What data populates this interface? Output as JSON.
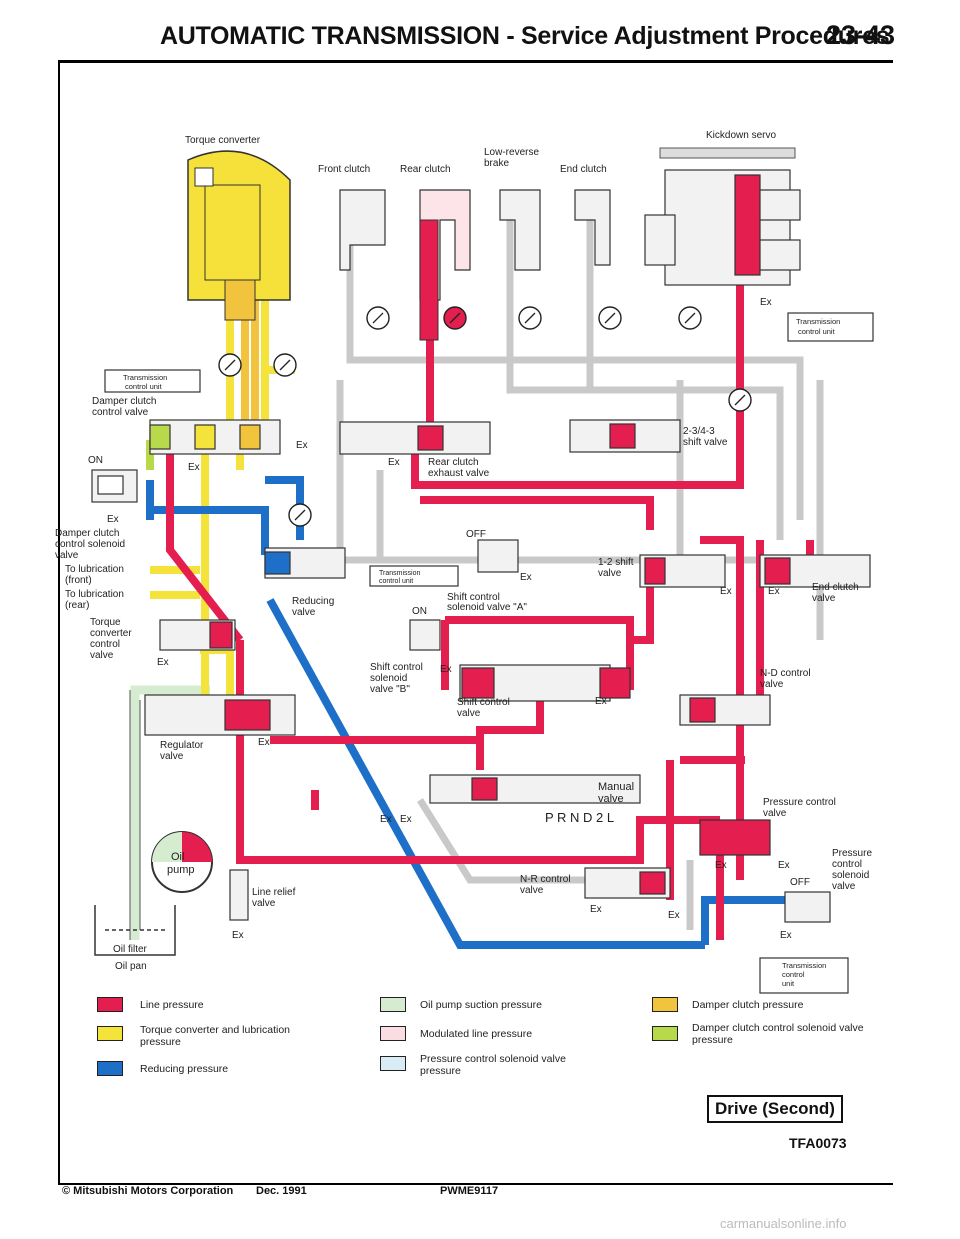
{
  "header": {
    "title": "AUTOMATIC TRANSMISSION - Service Adjustment Procedures",
    "page": "23-43"
  },
  "labels": {
    "torque_converter": "Torque converter",
    "front_clutch": "Front clutch",
    "rear_clutch": "Rear clutch",
    "low_reverse_1": "Low-reverse",
    "low_reverse_2": "brake",
    "end_clutch": "End clutch",
    "kickdown_servo": "Kickdown servo",
    "tcu": [
      "Transmission",
      "control unit"
    ],
    "damper_clutch_valve": [
      "Damper clutch",
      "control valve"
    ],
    "on": "ON",
    "off": "OFF",
    "ex": "Ex",
    "damper_solenoid": [
      "Damper clutch",
      "control solenoid",
      "valve"
    ],
    "lube_front": [
      "To lubrication",
      "(front)"
    ],
    "lube_rear": [
      "To lubrication",
      "(rear)"
    ],
    "tc_control_valve": [
      "Torque",
      "converter",
      "control",
      "valve"
    ],
    "reducing_valve": [
      "Reducing",
      "valve"
    ],
    "regulator_valve": [
      "Regulator",
      "valve"
    ],
    "oil_pump": [
      "Oil",
      "pump"
    ],
    "line_relief": [
      "Line relief",
      "valve"
    ],
    "oil_filter": "Oil filter",
    "oil_pan": "Oil pan",
    "rear_clutch_exhaust": [
      "Rear clutch",
      "exhaust valve"
    ],
    "shift_234": [
      "2-3/4-3",
      "shift valve"
    ],
    "shift_12": [
      "1-2 shift",
      "valve"
    ],
    "shift_solenoid_a": [
      "Shift control",
      "solenoid valve \"A\""
    ],
    "shift_solenoid_b": [
      "Shift control",
      "solenoid",
      "valve \"B\""
    ],
    "shift_control_valve": [
      "Shift control",
      "valve"
    ],
    "end_clutch_valve": [
      "End clutch",
      "valve"
    ],
    "nd_control": [
      "N-D control",
      "valve"
    ],
    "manual_valve": [
      "Manual",
      "valve"
    ],
    "prnd": "P R N D 2 L",
    "pressure_control_valve": [
      "Pressure control",
      "valve"
    ],
    "pressure_solenoid": [
      "Pressure",
      "control",
      "solenoid",
      "valve"
    ],
    "nr_control": [
      "N-R control",
      "valve"
    ],
    "tcu_small": [
      "Transmission",
      "control",
      "unit"
    ]
  },
  "legend": [
    {
      "label": "Line pressure",
      "color": "#e41e4f"
    },
    {
      "label": "Torque converter and lubrication pressure",
      "color": "#f4e33a"
    },
    {
      "label": "Reducing pressure",
      "color": "#1d6fc7"
    },
    {
      "label": "Oil pump suction pressure",
      "color": "#d6ecd0"
    },
    {
      "label": "Modulated line pressure",
      "color": "#f9dde3"
    },
    {
      "label": "Pressure control solenoid valve pressure",
      "color": "#d8ecf6"
    },
    {
      "label": "Damper clutch pressure",
      "color": "#f2c33c"
    },
    {
      "label": "Damper clutch control solenoid valve pressure",
      "color": "#b8d94a"
    }
  ],
  "mode": "Drive (Second)",
  "figure_code": "TFA0073",
  "footer": {
    "copyright": "© Mitsubishi Motors Corporation",
    "date": "Dec. 1991",
    "code": "PWME9117"
  },
  "watermark": "carmanualsonline.info"
}
